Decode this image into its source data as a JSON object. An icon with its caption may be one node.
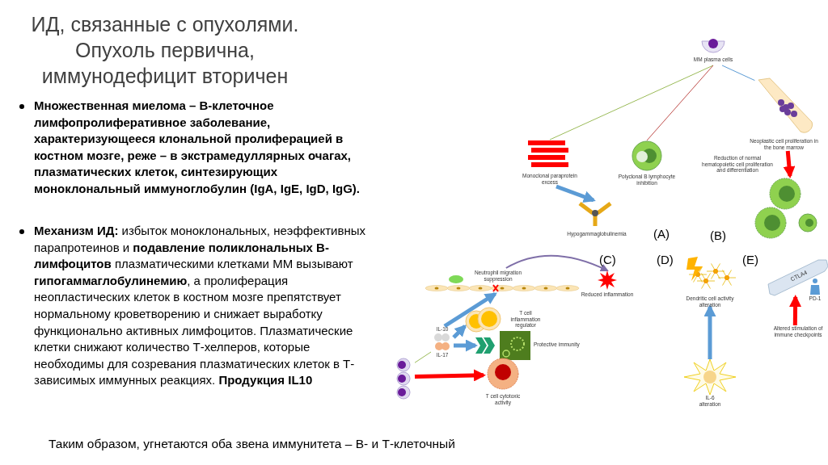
{
  "diagram": {
    "title": "ИД, связанные с опухолями. Опухоль первична, иммунодефицит вторичен",
    "caption": "Таким образом, угнетаются оба звена иммунитета – В- и Т-клеточный",
    "nodes": [
      {
        "text": [
          "MM plasma cells"
        ]
      },
      {
        "text": [
          "Monoclonal paraprotein excess"
        ]
      },
      {
        "text": [
          "Polyclonal B lymphocyte inhibition"
        ]
      },
      {
        "text": [
          "Neoplastic cell proliferation in the bone marrow"
        ]
      },
      {
        "text": [
          "Reduction of normal hematopoietic cell proliferation and differentiation"
        ]
      },
      {
        "text": [],
        "shape": "picture"
      },
      {
        "text": [
          "Hypogammaglobulinemia"
        ]
      },
      {
        "text": [
          "Neutrophil migration suppression"
        ]
      },
      {
        "text": [
          "Reduced inflammation"
        ]
      },
      {
        "text": [
          "T cell inflammation regulator"
        ]
      },
      {
        "text": [
          "IL-10",
          "IL-17"
        ]
      },
      {
        "text": [
          "Protective immunity"
        ]
      },
      {
        "text": [],
        "shape": "picture"
      },
      {
        "text": [
          "T cell cytotoxic activity"
        ]
      },
      {
        "text": [
          "Dendritic cell activity alteration"
        ]
      },
      {
        "text": [
          "IL-6 alteration"
        ]
      },
      {
        "text": [
          "CTLA4"
        ]
      },
      {
        "text": [
          "PD-1"
        ]
      },
      {
        "text": [
          "Altered stimulation of immune checkpoints"
        ]
      }
    ],
    "edges": [
      {
        "from": 0,
        "to": 1,
        "arrow": "none",
        "color": "#9bbb59"
      },
      {
        "from": 0,
        "to": 2,
        "arrow": "none",
        "color": "#c0504d"
      },
      {
        "from": 0,
        "to": 3,
        "arrow": "none"
      },
      {
        "from": 1,
        "to": 6,
        "arrow": "to"
      },
      {
        "from": 3,
        "to": 5,
        "arrow": "to",
        "color": "#ff0000"
      },
      {
        "from": 12,
        "to": 10,
        "arrow": "none",
        "color": "#9bbb59"
      },
      {
        "from": 12,
        "to": 13,
        "arrow": "to",
        "color": "#ff0000"
      },
      {
        "from": 10,
        "to": 7,
        "arrow": "to"
      },
      {
        "from": 10,
        "to": 9,
        "arrow": "to"
      },
      {
        "from": 10,
        "to": 11,
        "arrow": "to"
      },
      {
        "from": 7,
        "to": 8,
        "arrow": "to",
        "color": "#7f6fa8"
      },
      {
        "from": 15,
        "to": 14,
        "arrow": "to"
      },
      {
        "from": 18,
        "to": 16,
        "arrow": "to",
        "color": "#ff0000"
      }
    ],
    "labels": [
      "Множественная миелома – В-клеточное лимфопролиферативное заболевание, характеризующееся клональной пролиферацией в костном мозге, реже – в экстрамедуллярных очагах, плазматических клеток, синтезирующих моноклональный иммуноглобулин (IgA, IgE, IgD, IgG).",
      "**Механизм ИД:** избыток моноклональных, неэффективных парапротеинов и **подавление поликлональных В-лимфоцитов** плазматическими клетками ММ вызывают **гипогаммаглобулинемию**, а пролиферация неопластических клеток в костном мозге препятствует нормальному кроветворению и снижает выработку функционально активных лимфоцитов. Плазматические клетки снижают количество Т-хелперов, которые необходимы для созревания плазматических клеток в Т-зависимых иммунных реакциях. **Продукция IL10**",
      "(A)",
      "(B)",
      "(C)",
      "(D)",
      "(E)"
    ]
  }
}
